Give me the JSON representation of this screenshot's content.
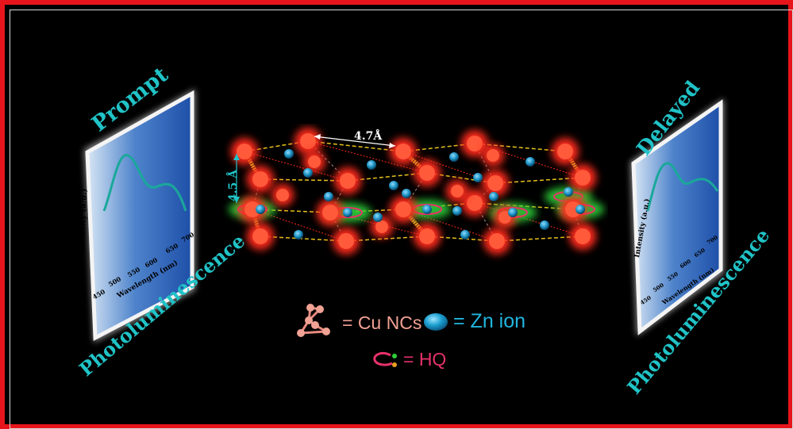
{
  "left_panel": {
    "title": "Prompt",
    "subtitle": "Photoluminescence",
    "xlabel": "Wavelength (nm)",
    "ylabel": "Intensity (a.u.)",
    "ticks": [
      "450",
      "500",
      "550",
      "600",
      "650",
      "700"
    ]
  },
  "right_panel": {
    "title": "Delayed",
    "subtitle": "Photoluminescence",
    "xlabel": "Wavelength (nm)",
    "ylabel": "Intensity (a.u.)",
    "ticks": [
      "450",
      "500",
      "550",
      "600",
      "650",
      "700"
    ]
  },
  "structure": {
    "label_distance_horizontal": "4.7Å",
    "label_distance_vertical": "4.5 Å"
  },
  "legend": {
    "cu_label": "= Cu NCs",
    "zn_label": "= Zn ion",
    "hq_label": "= HQ"
  },
  "colors": {
    "border": "#e8141b",
    "background": "#000000",
    "title_cyan": "#20c3c7",
    "curve": "#1aa89a",
    "cluster_red": "#ff2a1a",
    "zn_blue": "#1a9fd0",
    "hq_green": "#2fd03a",
    "bond_yellow": "#e8c21a"
  }
}
